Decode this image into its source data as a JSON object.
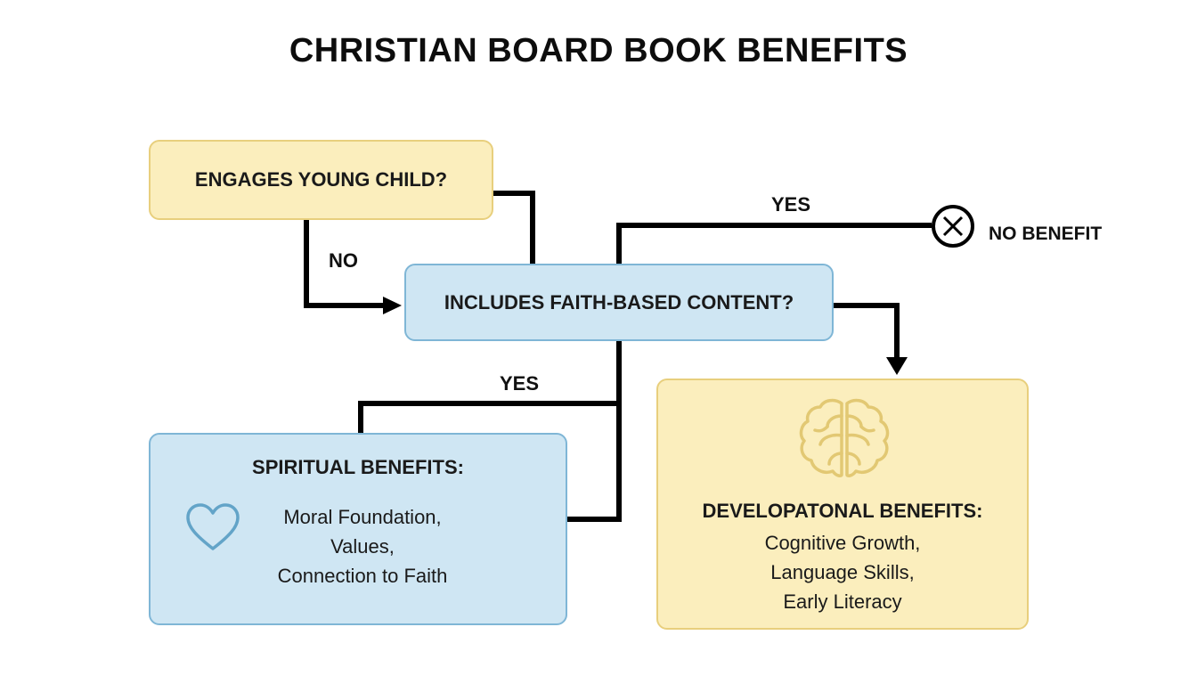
{
  "title": "CHRISTIAN BOARD BOOK BENEFITS",
  "nodes": {
    "engages": "ENGAGES YOUNG CHILD?",
    "faith": "INCLUDES FAITH-BASED CONTENT?",
    "spiritual": {
      "heading": "SPIRITUAL BENEFITS:",
      "lines": [
        "Moral Foundation,",
        "Values,",
        "Connection to Faith"
      ]
    },
    "developmental": {
      "heading": "DEVELOPATONAL BENEFITS:",
      "lines": [
        "Cognitive Growth,",
        "Language Skills,",
        "Early Literacy"
      ]
    }
  },
  "edge_labels": {
    "no": "NO",
    "yes_top": "YES",
    "yes_left": "YES"
  },
  "no_benefit": "NO BENEFIT",
  "icons": {
    "terminal": "x-circle-icon",
    "spiritual": "heart-icon",
    "developmental": "brain-icon"
  },
  "colors": {
    "yellow_fill": "#fbeebd",
    "blue_fill": "#cfe6f3"
  }
}
